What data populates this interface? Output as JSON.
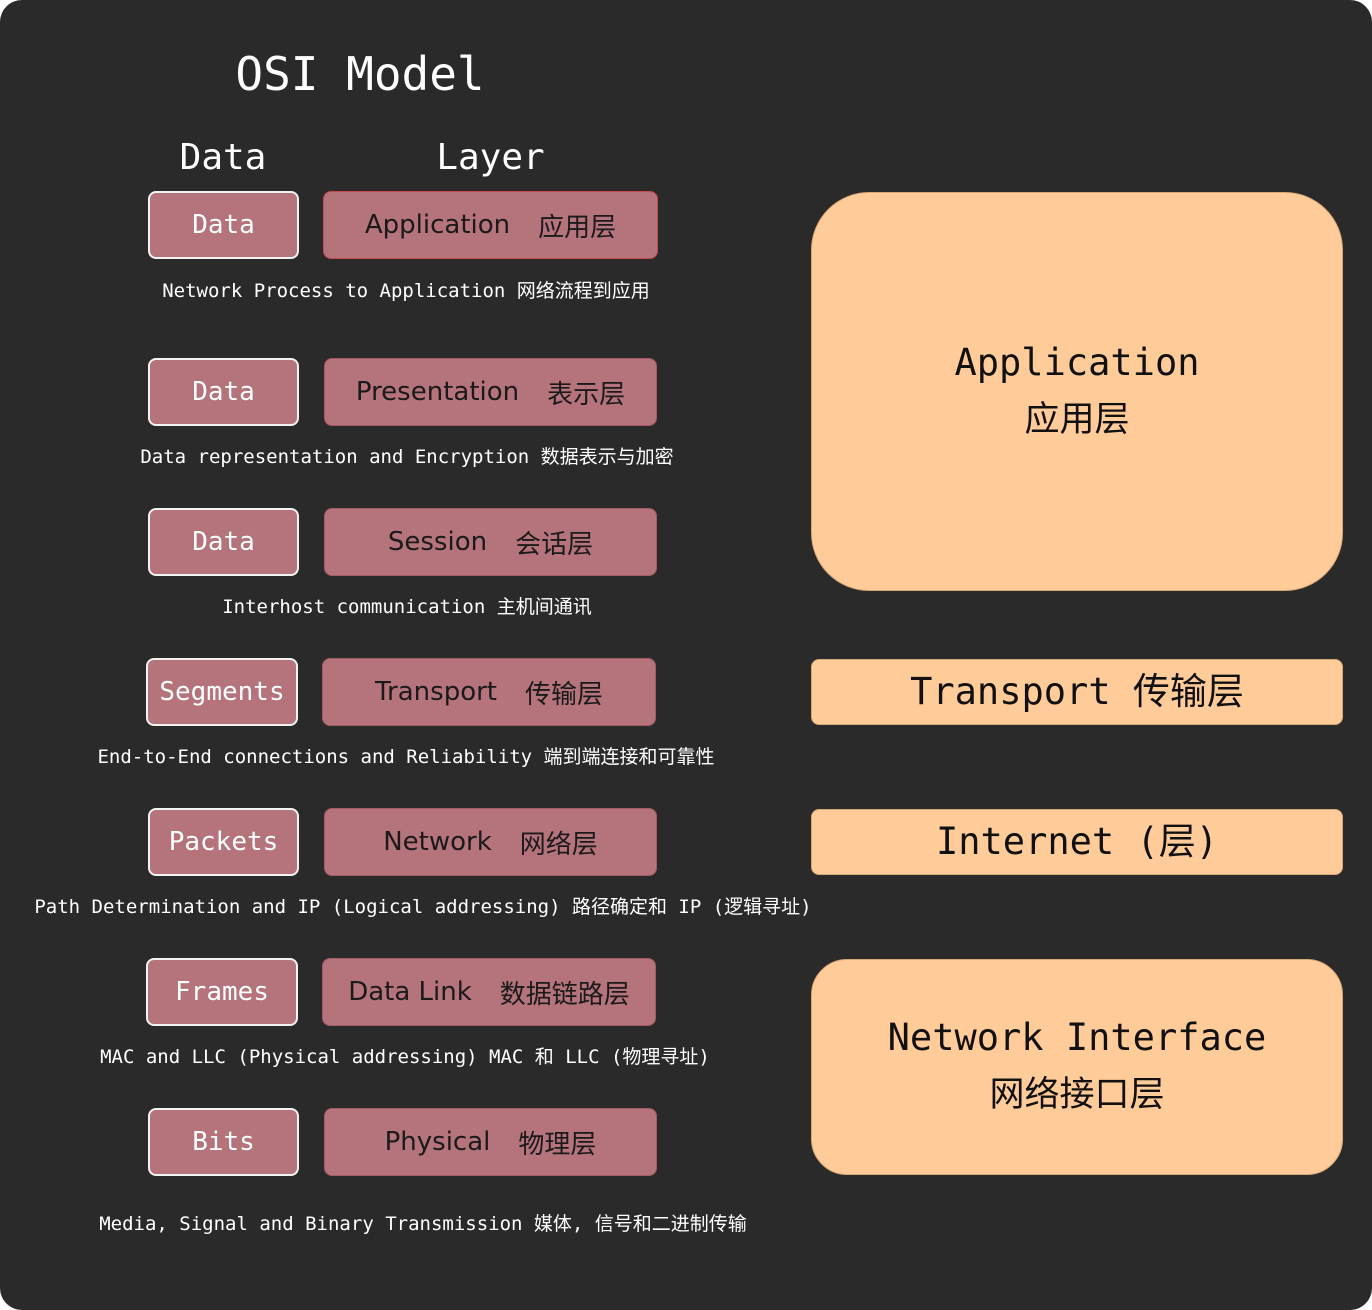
{
  "title": "OSI Model",
  "headers": {
    "data": "Data",
    "layer": "Layer"
  },
  "osi_layers": [
    {
      "data_unit": "Data",
      "layer_en": "Application",
      "layer_zh": "应用层",
      "description": "Network Process to Application 网络流程到应用"
    },
    {
      "data_unit": "Data",
      "layer_en": "Presentation",
      "layer_zh": "表示层",
      "description": "Data representation and Encryption 数据表示与加密"
    },
    {
      "data_unit": "Data",
      "layer_en": "Session",
      "layer_zh": "会话层",
      "description": "Interhost communication 主机间通讯"
    },
    {
      "data_unit": "Segments",
      "layer_en": "Transport",
      "layer_zh": "传输层",
      "description": "End-to-End connections and Reliability 端到端连接和可靠性"
    },
    {
      "data_unit": "Packets",
      "layer_en": "Network",
      "layer_zh": "网络层",
      "description": "Path Determination and IP (Logical addressing) 路径确定和 IP (逻辑寻址)"
    },
    {
      "data_unit": "Frames",
      "layer_en": "Data Link",
      "layer_zh": "数据链路层",
      "description": "MAC and LLC (Physical addressing) MAC 和 LLC (物理寻址)"
    },
    {
      "data_unit": "Bits",
      "layer_en": "Physical",
      "layer_zh": "物理层",
      "description": "Media, Signal and Binary Transmission 媒体, 信号和二进制传输"
    }
  ],
  "tcpip_layers": [
    {
      "en": "Application",
      "zh": "应用层"
    },
    {
      "text": "Transport 传输层"
    },
    {
      "text": "Internet (层)"
    },
    {
      "en": "Network Interface",
      "zh": "网络接口层"
    }
  ],
  "colors": {
    "background": "#2a2a2a",
    "osi_box": "#b5737b",
    "tcpip_box": "#ffcc99",
    "text_light": "#ffffff"
  }
}
